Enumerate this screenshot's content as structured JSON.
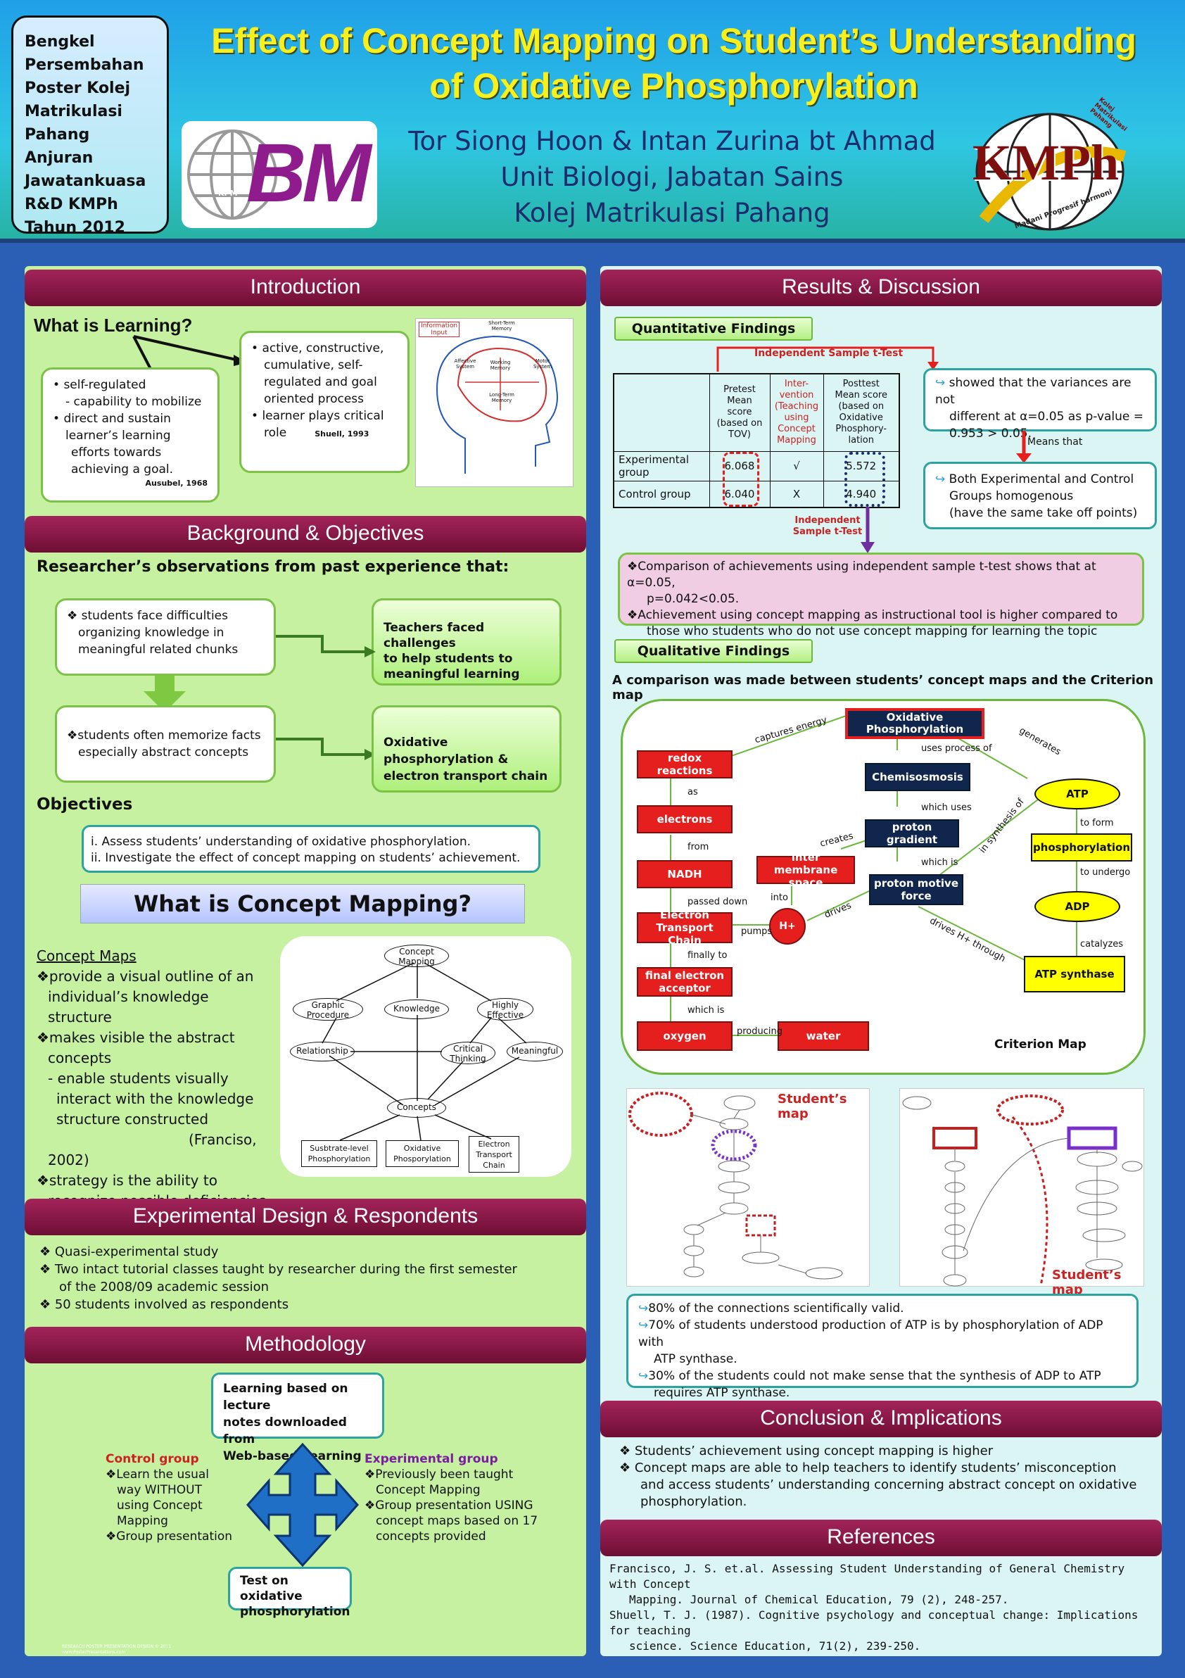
{
  "header": {
    "workshop_lines": [
      "Bengkel",
      "Persembahan",
      "Poster Kolej",
      "Matrikulasi",
      "Pahang Anjuran",
      "Jawatankuasa",
      "R&D KMPh",
      "Tahun 2012"
    ],
    "title_line1": "Effect of Concept Mapping on Student’s Understanding",
    "title_line2": "of  Oxidative Phosphorylation",
    "authors": "Tor Siong Hoon & Intan Zurina bt Ahmad",
    "unit": "Unit Biologi, Jabatan Sains",
    "college": "Kolej Matrikulasi Pahang",
    "logo_left_text": "BM",
    "logo_left_small": "KPM",
    "logo_right_text": "KMPh",
    "logo_right_motto": "Madani  Progresif  harmoni",
    "logo_right_sub": "Kolej Matrikulasi Pahang"
  },
  "introduction": {
    "bar": "Introduction",
    "heading": "What is Learning?",
    "box1": [
      "self-regulated",
      "- capability to mobilize",
      "direct and sustain",
      "learner’s learning",
      "efforts towards",
      "achieving a goal."
    ],
    "box1_cite": "Ausubel, 1968",
    "box2": [
      "active,  constructive,",
      "cumulative,   self-",
      "regulated and goal",
      "oriented  process",
      "learner plays  critical",
      "role"
    ],
    "box2_cite": "Shuell, 1993",
    "brain_labels": [
      "Information Input",
      "Short-Term Memory",
      "Affective System",
      "Working Memory",
      "Motor System",
      "Long-Term Memory"
    ]
  },
  "background": {
    "bar": "Background & Objectives",
    "heading": "Researcher’s observations from past experience that:",
    "obs1": "students face difficulties organizing knowledge in meaningful related chunks",
    "obs1_lines": [
      "❖ students face difficulties",
      "organizing knowledge in",
      "meaningful related chunks"
    ],
    "res1_lines": [
      "Teachers faced challenges",
      "to help students to",
      "meaningful learning"
    ],
    "obs2_lines": [
      "❖students often memorize facts",
      "especially abstract concepts"
    ],
    "res2_lines": [
      "Oxidative phosphorylation &",
      "electron transport chain"
    ],
    "objectives_heading": "Objectives",
    "objectives": [
      "i.     Assess students’ understanding of oxidative phosphorylation.",
      "ii.    Investigate the effect of concept mapping on students’ achievement."
    ]
  },
  "concept_mapping": {
    "banner": "What is Concept Mapping?",
    "subheading": "Concept Maps",
    "lines": [
      "❖provide a visual outline of an",
      "individual’s knowledge",
      "structure",
      "❖makes visible the abstract",
      "concepts",
      "- enable students visually",
      "interact with the knowledge",
      "structure  constructed",
      "(Franciso,",
      "2002)",
      "❖strategy is the ability to",
      "recognize possible deficiencies"
    ],
    "diagram_nodes": [
      "Concept Mapping",
      "Graphic Procedure",
      "Knowledge",
      "Highly Effective",
      "Relationship",
      "Critical Thinking",
      "Meaningful",
      "Concepts",
      "Susbtrate-level Phosphorylation",
      "Oxidative Phosporylation",
      "Electron Transport Chain"
    ]
  },
  "experimental": {
    "bar": "Experimental Design & Respondents",
    "items": [
      "Quasi-experimental study",
      "Two intact tutorial classes taught by researcher during the first semester",
      "of the 2008/09 academic session",
      "50 students involved as respondents"
    ]
  },
  "methodology": {
    "bar": "Methodology",
    "top_box": [
      "Learning based on lecture",
      "notes downloaded from",
      "Web-based Learning"
    ],
    "control_heading": "Control group",
    "control_lines": [
      "❖Learn the usual",
      "way WITHOUT",
      "using Concept",
      "Mapping",
      "❖Group presentation"
    ],
    "experimental_heading": "Experimental group",
    "experimental_lines": [
      "❖Previously been taught",
      "Concept Mapping",
      "❖Group presentation USING",
      "concept maps based on 17",
      "concepts provided"
    ],
    "bottom_box": [
      "Test on oxidative",
      "phosphorylation"
    ],
    "footer_tiny": [
      "RESEARCH POSTER PRESENTATION DESIGN © 2011",
      "www.PosterPresentations.com"
    ]
  },
  "results": {
    "bar": "Results & Discussion",
    "quantitative_tag": "Quantitative Findings",
    "ttest_label": "Independent Sample t-Test",
    "table": {
      "headers": [
        "",
        "Pretest Mean score (based on TOV)",
        "Inter-vention (Teaching using Concept Mapping",
        "Posttest Mean score (based on Oxidative Phosphory-lation"
      ],
      "header_lines": [
        [
          "Pretest",
          "Mean",
          "score",
          "(based on",
          "TOV)"
        ],
        [
          "Inter-",
          "vention",
          "(Teaching",
          "using",
          "Concept",
          "Mapping"
        ],
        [
          "Posttest",
          "Mean score",
          "(based on",
          "Oxidative",
          "Phosphory-",
          "lation"
        ]
      ],
      "rows": [
        {
          "group": "Experimental group",
          "pretest": "6.068",
          "intervention": "√",
          "posttest": "5.572"
        },
        {
          "group": "Control group",
          "pretest": "6.040",
          "intervention": "X",
          "posttest": "4.940"
        }
      ]
    },
    "variance_box": [
      "showed that the variances are not",
      "different at α=0.05 as    p-value =",
      "0.953  > 0.05."
    ],
    "means_that": "Means that",
    "homog_box": [
      "Both Experimental and Control",
      "Groups homogenous",
      "(have the same take off points)"
    ],
    "ttest_label2": "Independent Sample t-Test",
    "comparison_box": [
      "❖Comparison of achievements using independent sample t-test shows that at α=0.05,",
      "p=0.042<0.05.",
      "❖Achievement using concept mapping as instructional tool is higher compared to",
      "those who students who do not use concept mapping for learning the topic"
    ],
    "qualitative_tag": "Qualitative Findings",
    "qual_intro": "A comparison was made between students’ concept maps and the Criterion map",
    "criterion_map": {
      "label": "Criterion Map",
      "nodes": [
        "Oxidative Phosphorylation",
        "redox reactions",
        "Chemisosmosis",
        "ATP",
        "electrons",
        "proton gradient",
        "phosphorylation",
        "NADH",
        "inter membrane space",
        "proton motive force",
        "ADP",
        "Electron Transport Chain",
        "H+",
        "final electron acceptor",
        "ATP synthase",
        "oxygen",
        "water"
      ],
      "edges": [
        "captures energy",
        "uses process of",
        "generates",
        "as",
        "which uses",
        "to form",
        "from",
        "creates",
        "which is",
        "in synthesis of",
        "to undergo",
        "passed down",
        "into",
        "drives",
        "pumps",
        "catalyzes",
        "finally to",
        "drives H+ through",
        "which is",
        "producing"
      ]
    },
    "students_map_label": "Student’s map",
    "students_map_label2": "Student’s map",
    "findings": [
      "80% of the connections scientifically valid.",
      "70% of students understood production of ATP is by phosphorylation of ADP with",
      "ATP synthase.",
      "30% of the students could not make sense that the synthesis of ADP to ATP",
      "requires ATP synthase."
    ]
  },
  "conclusion": {
    "bar": "Conclusion & Implications",
    "items": [
      "Students’ achievement using concept mapping is higher",
      "Concept maps are able to help teachers to identify students’ misconception",
      "and access students’ understanding concerning abstract concept on oxidative",
      "phosphorylation."
    ]
  },
  "references": {
    "bar": "References",
    "lines": [
      "Francisco, J. S. et.al. Assessing Student Understanding of General Chemistry with Concept",
      "Mapping.  Journal of Chemical Education, 79 (2), 248-257.",
      "Shuell, T. J. (1987). Cognitive psychology and conceptual change: Implications for teaching",
      "science.  Science Education, 71(2), 239-250."
    ]
  },
  "colors": {
    "bar": "#8a1a48",
    "panel": "#c6f1a0",
    "background": "#2b5fb5",
    "title": "#f7f01e",
    "accent_red": "#e51e1e",
    "navy": "#10264d"
  }
}
